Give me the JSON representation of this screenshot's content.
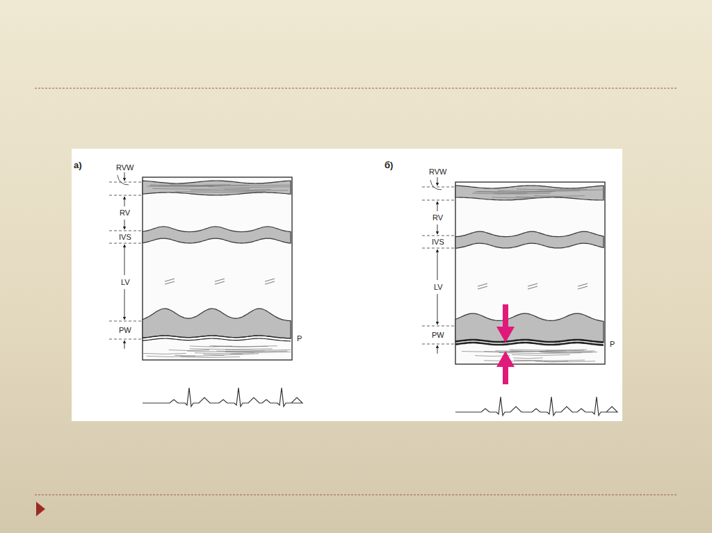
{
  "diagram": {
    "labels": [
      "a)",
      "RVW",
      "RV",
      "IVS",
      "LV",
      "PW",
      "P",
      "б)",
      "RVW",
      "RV",
      "IVS",
      "LV",
      "PW",
      "P"
    ]
  }
}
